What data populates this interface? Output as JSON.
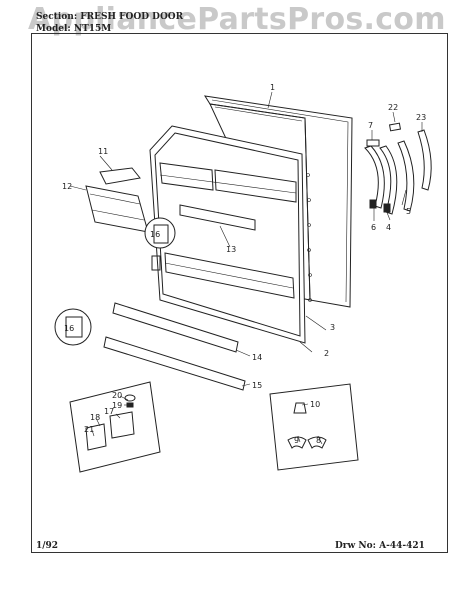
{
  "header": {
    "section_line": "Section: FRESH FOOD DOOR",
    "model_line": "Model: NT15M"
  },
  "watermark": "AppliancePartsPros.com",
  "footer": {
    "date": "1/92",
    "drawing_no": "Drw No: A-44-421"
  },
  "callouts": {
    "c1": "1",
    "c2": "2",
    "c3": "3",
    "c4": "4",
    "c5": "5",
    "c6": "6",
    "c7": "7",
    "c8": "8",
    "c9": "9",
    "c10": "10",
    "c11": "11",
    "c12": "12",
    "c13": "13",
    "c14": "14",
    "c15": "15",
    "c16": "16",
    "c17": "17",
    "c18": "18",
    "c19": "19",
    "c20": "20",
    "c21": "21",
    "c22": "22",
    "c23": "23",
    "c16b": "16"
  }
}
